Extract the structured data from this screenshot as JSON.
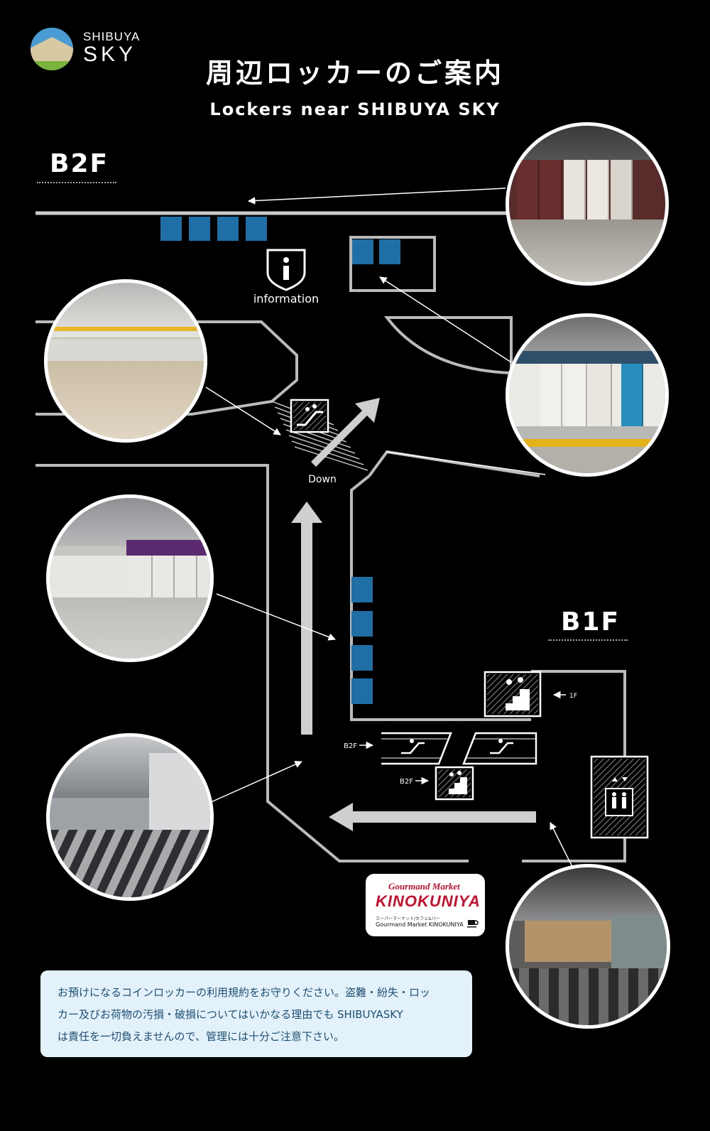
{
  "brand": {
    "word_top": "SHIBUYA",
    "word_bottom": "SKY"
  },
  "title": {
    "jp": "周辺ロッカーのご案内",
    "en": "Lockers near SHIBUYA SKY"
  },
  "floors": {
    "b2f": "B2F",
    "b1f": "B1F"
  },
  "labels": {
    "information": "information",
    "down": "Down",
    "from_1f": "1F",
    "from_b2f_escalator": "B2F",
    "from_b2f_stairs": "B2F"
  },
  "kinokuniya": {
    "script": "Gourmand Market",
    "main": "KINOKUNIYA",
    "sub_jp": "スーパーマーケット/カフェ&バー",
    "sub_en": "Gourmand Market KINOKUNIYA"
  },
  "notice": {
    "line1": "お預けになるコインロッカーの利用規約をお守りください。盗難・紛失・ロッ",
    "line2": "カー及びお荷物の汚損・破損についてはいかなる理由でも SHIBUYASKY",
    "line3": "は責任を一切負えませんので、管理には十分ご注意下さい。"
  },
  "colors": {
    "background": "#000000",
    "locker_blue": "#1f6ea6",
    "route_arrow": "#cfcfcf",
    "notice_bg": "#e3f1fa",
    "notice_text": "#1d4f74",
    "kinokuniya_red": "#c8102e"
  },
  "icons": {
    "information": "information-icon",
    "escalator": "escalator-icon",
    "elevator": "elevator-icon",
    "stairs": "stairs-icon",
    "cafe": "coffee-cup-icon"
  }
}
